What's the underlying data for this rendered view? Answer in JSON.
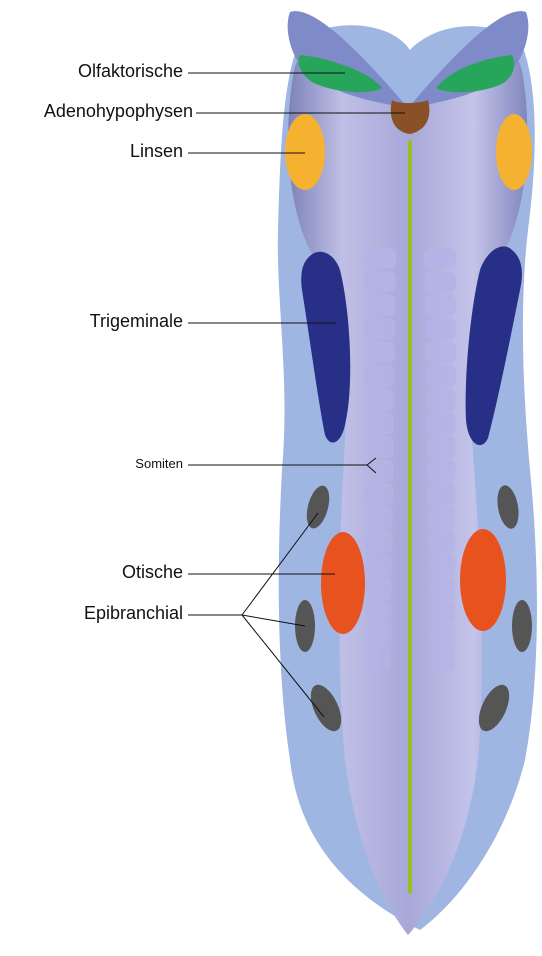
{
  "labels": {
    "olfactory": "Olfaktorische",
    "adenohypophyseal": "Adenohypophysen",
    "lens": "Linsen",
    "trigeminal": "Trigeminale",
    "somites": "Somiten",
    "otic": "Otische",
    "epibranchial": "Epibranchial"
  },
  "colors": {
    "outer_embryo": "#9eb6e1",
    "neural_tube": "#b7b6e0",
    "head_lobes": "#7f8bc9",
    "olfactory": "#27a55a",
    "adenohypophyseal": "#8a5127",
    "lens": "#f5b231",
    "trigeminal": "#272f86",
    "somite": "#b4b3e6",
    "otic": "#e8521f",
    "epibranchial": "#555555",
    "midline": "#94c11f"
  }
}
